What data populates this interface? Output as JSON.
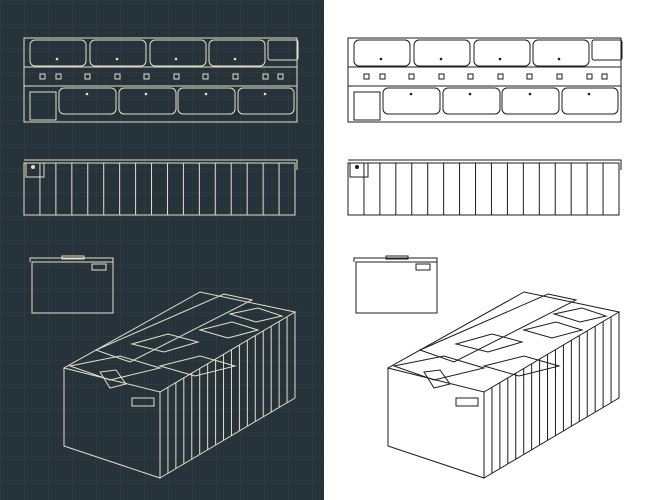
{
  "panels": [
    {
      "theme": "dark",
      "background": "#27333a",
      "line_color": "#e6dfc6",
      "grid": true,
      "grid_color": "#34424a"
    },
    {
      "theme": "light",
      "background": "#ffffff",
      "line_color": "#1c1c1c",
      "grid": false
    }
  ],
  "views": [
    "top-view",
    "front-view",
    "side-view",
    "isometric-view"
  ],
  "front_cell_count": 17
}
